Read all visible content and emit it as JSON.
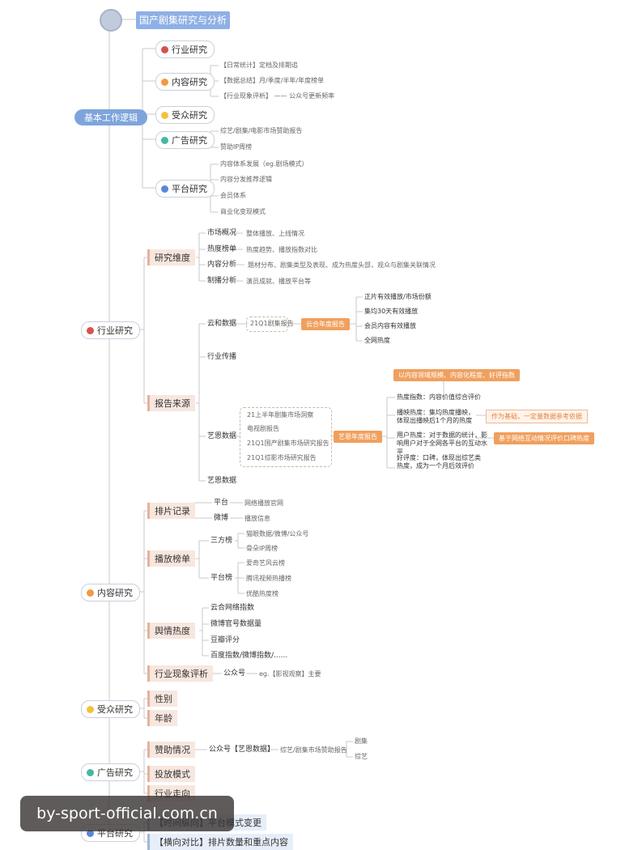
{
  "title": "国产剧集研究与分析",
  "watermark": "by-sport-official.com.cn",
  "colors": {
    "red": "#d5534f",
    "orange": "#f29a43",
    "yellow": "#f3c23a",
    "teal": "#46b7a3",
    "blue": "#5b87d9",
    "accent": "#f0a05e"
  },
  "basic": {
    "label": "基本工作逻辑",
    "items": [
      {
        "label": "行业研究",
        "children": []
      },
      {
        "label": "内容研究",
        "children": [
          "【日常统计】定档及排期追",
          "【数据总结】月/季度/半年/年度榜单",
          "【行业现象评析】 —— 公众号更新频率"
        ]
      },
      {
        "label": "受众研究",
        "children": []
      },
      {
        "label": "广告研究",
        "children": [
          "综艺/剧集/电影市场赞助报告",
          "赞助IP周榜"
        ]
      },
      {
        "label": "平台研究",
        "children": [
          "内容体系发展（eg.剧场模式）",
          "内容分发推荐逻辑",
          "会员体系",
          "商业化变现模式"
        ]
      }
    ]
  },
  "industry": {
    "label": "行业研究",
    "dims": {
      "label": "研究维度",
      "items": [
        {
          "label": "市场概况",
          "desc": "整体播放、上线情况"
        },
        {
          "label": "热度榜单",
          "desc": "热度趋势、播放指数对比"
        },
        {
          "label": "内容分析",
          "desc": "题材分布、剧集类型及表现、成为热度头部，观众与剧集关联情况"
        },
        {
          "label": "制播分析",
          "desc": "演员成就、播放平台等"
        }
      ]
    },
    "sources": {
      "label": "报告来源",
      "yunhe": {
        "label": "云和数据",
        "report": "21Q1剧集报告",
        "key": "云合年度报告",
        "points": [
          "正片有效播放/市场份额",
          "集均30天有效播放",
          "会员内容有效播放",
          "全网热度"
        ]
      },
      "hangye": "行业传播",
      "yien": {
        "label": "艺恩数据",
        "reports": [
          "21上半年剧集市场洞察",
          "电视剧报告",
          "21Q1国产剧集市场研究报告",
          "21Q1综影市场研究报告"
        ],
        "key": "艺恩年度报告",
        "top_note": "以内容领域规模、内容化程度、好评指数",
        "points": [
          "热度指数：内容价值综合评价",
          "播映热度：集均热度播映，体现出播映后1个月的热度",
          "用户热度：对于数据的统计，影响用户对于全网各平台的互动水平",
          "好评度：口碑，体现出综艺类热度，成为一个月后效评价"
        ],
        "notes": [
          "作为基础，一定量数据参考依据",
          "基于网络互动情况评价口碑热度"
        ]
      },
      "yiyi": "艺恩数据"
    }
  },
  "content": {
    "label": "内容研究",
    "schedule": {
      "label": "排片记录",
      "items": [
        {
          "label": "平台",
          "desc": "网络播放官网"
        },
        {
          "label": "微博",
          "desc": "播放信息"
        }
      ]
    },
    "rank": {
      "label": "播放榜单",
      "groups": [
        {
          "label": "三方榜",
          "items": [
            "猫眼数据/微博/公众号",
            "骨朵IP周榜"
          ]
        },
        {
          "label": "平台榜",
          "items": [
            "爱奇艺风云榜",
            "腾讯视频热播榜",
            "优酷热度榜"
          ]
        }
      ]
    },
    "buzz": {
      "label": "舆情热度",
      "items": [
        "云合网络指数",
        "微博官号数据量",
        "豆瓣评分",
        "百度指数/微博指数/......"
      ]
    },
    "phen": {
      "label": "行业现象评析",
      "item": "公众号",
      "desc": "eg.【影视观察】主要"
    }
  },
  "audience": {
    "label": "受众研究",
    "items": [
      "性别",
      "年龄"
    ]
  },
  "ad": {
    "label": "广告研究",
    "sponsor": {
      "label": "赞助情况",
      "source": "公众号【艺恩数据】",
      "desc": "综艺/剧集市场赞助报告",
      "items": [
        "剧集",
        "综艺"
      ]
    },
    "items": [
      "投放模式",
      "行业走向"
    ]
  },
  "platform": {
    "label": "平台研究",
    "items": [
      "【时间纵向】平台模式变更",
      "【横向对比】排片数量和重点内容"
    ]
  }
}
